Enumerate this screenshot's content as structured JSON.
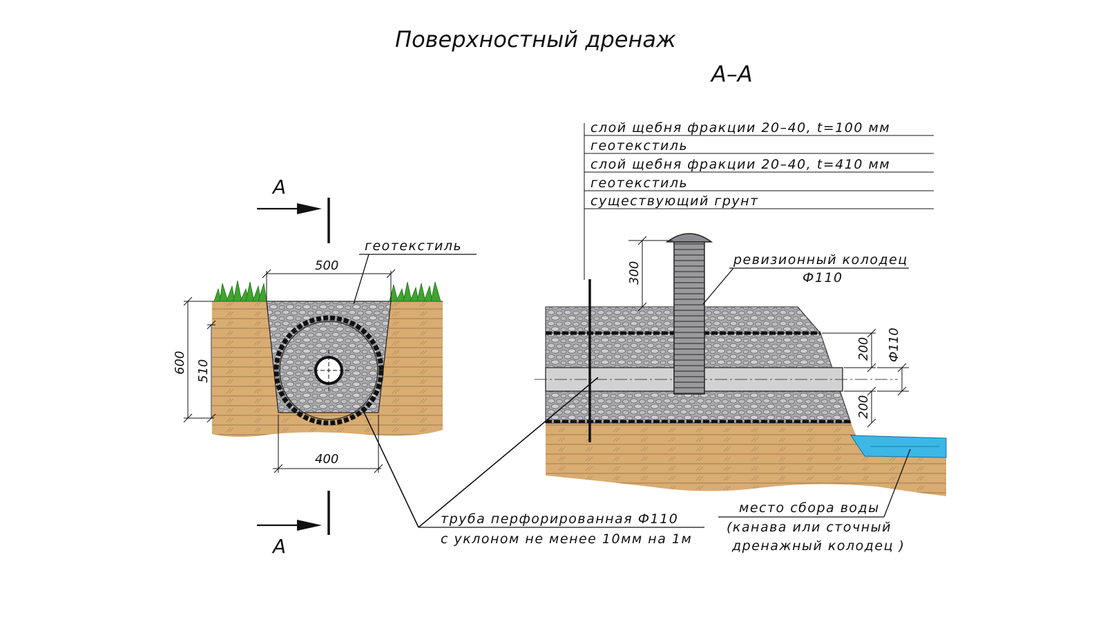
{
  "title": "Поверхностный дренаж",
  "section_title": "А–А",
  "section_marks": {
    "top": "А",
    "bottom": "А"
  },
  "plan_view": {
    "label_geotextile": "геотекстиль",
    "dim_top_width": "500",
    "dim_bottom_width": "400",
    "dim_total_depth": "600",
    "dim_gravel_depth": "510"
  },
  "layers": [
    "слой щебня фракции  20–40,  t=100 мм",
    "геотекстиль",
    "слой щебня фракции  20–40,  t=410 мм",
    "геотекстиль",
    "существующий грунт"
  ],
  "section_view": {
    "inspection_well_line1": "ревизионный колодец",
    "inspection_well_line2": "Ф110",
    "dim_riser_height": "300",
    "dim_upper": "200",
    "dim_lower": "200",
    "dim_pipe_diameter": "Ф110"
  },
  "pipe_note": {
    "line1": "труба перфорированная  Ф110",
    "line2": "с уклоном не менее  10мм на  1м"
  },
  "outlet_note": {
    "line1": "место сбора воды",
    "line2": "(канава или сточный",
    "line3": "дренажный колодец )"
  },
  "colors": {
    "soil": "#d9ac72",
    "gravel": "#a9a9ab",
    "water": "#3cb7e6",
    "grass": "#3fa52e",
    "pipe": "#d2d2d2"
  }
}
